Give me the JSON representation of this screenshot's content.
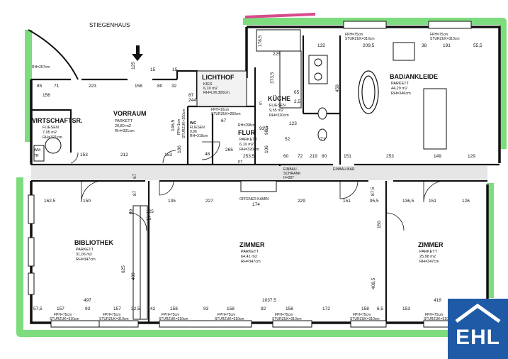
{
  "stairwell": "STIEGENHAUS",
  "rooms": {
    "wirtschaft": {
      "name": "WIRTSCHAFTSR.",
      "floor": "FLIESEN",
      "area": "7,05 m2",
      "height": "RH=321cm"
    },
    "vorraum": {
      "name": "VORRAUM",
      "floor": "PARKETT",
      "area": "20,80 m2",
      "height": "RH=321cm"
    },
    "lichthof": {
      "name": "LICHTHOF",
      "floor": "KIES",
      "area": "6,10 m2",
      "height": "RH=LM.300cm"
    },
    "kueche": {
      "name": "KÜCHE",
      "floor": "FLIESEN",
      "area": "9,55 m2",
      "height": "RH=320cm"
    },
    "flur": {
      "name": "FLUR",
      "floor": "PARKETT",
      "area": "6,10 m2",
      "height": "RH=320cm"
    },
    "bad": {
      "name": "BAD/ANKLEIDE",
      "floor": "PARKETT",
      "area": "44,29 m2",
      "height": "RH=346cm"
    },
    "wc": {
      "name": "WC",
      "floor": "FLIESEN",
      "area": "0,96",
      "height": "RH=319cm"
    },
    "bibliothek": {
      "name": "BIBLIOTHEK",
      "floor": "PARKETT",
      "area": "31,06 m2",
      "height": "RH=347cm"
    },
    "zimmer1": {
      "name": "ZIMMER",
      "floor": "PARKETT",
      "area": "64,41 m2",
      "height": "RH=347cm"
    },
    "zimmer2": {
      "name": "ZIMMER",
      "floor": "PARKETT",
      "area": "25,98 m2",
      "height": "RH=347cm"
    }
  },
  "fixtures": {
    "kamin": "OFFENER KAMIN",
    "einbauschrank": "EINBAU-",
    "einbauschrank2": "SCHRANK",
    "einbauschrank_h": "H=287",
    "einbaubar": "EINBAU-BAR",
    "wm": "WM",
    "tr": "TR",
    "rh_hall": "RH=257cm",
    "fph_side": "FPH=1cm",
    "sturz_side": "STURZUK=250cm",
    "fph_mid": "FPH=16cm",
    "sturz_mid": "STURZUK=283cm",
    "rh_flur": "RH=298cm",
    "pt": "PT"
  },
  "window_labels": {
    "fph": "FPH=75cm",
    "sturz": "STURZUK=310cm",
    "sturz_b": "STURZUK=310cm"
  },
  "dimensions": {
    "top": [
      "132",
      "209,5",
      "38",
      "191",
      "55,5",
      "225",
      "178,5",
      "373,5",
      "5",
      "65",
      "2,5",
      "123",
      "459"
    ],
    "hall": [
      "85",
      "71",
      "223",
      "156",
      "158",
      "80",
      "32",
      "15",
      "125",
      "15",
      "87",
      "244"
    ],
    "mid": [
      "153",
      "212",
      "153",
      "186",
      "48",
      "265",
      "253,5",
      "106",
      "60",
      "72",
      "219",
      "80",
      "151",
      "253",
      "149",
      "129",
      "67",
      "93,5",
      "98,5",
      "146,5",
      "52",
      "71"
    ],
    "corr": [
      "162,5",
      "150",
      "87",
      "135",
      "227",
      "174",
      "229",
      "151",
      "95,5",
      "136,5",
      "151",
      "126",
      "67",
      "87,5",
      "125",
      "99",
      "150",
      "15"
    ],
    "low": [
      "625",
      "409",
      "408,5",
      "1037,5",
      "497",
      "418",
      "57,5",
      "157",
      "93",
      "157",
      "32,5",
      "42",
      "158",
      "93",
      "158",
      "92",
      "158",
      "172",
      "158",
      "6,5",
      "153"
    ]
  },
  "logo": "EHL",
  "colors": {
    "highlight": "#7ddc7d",
    "pink": "#d84a8c",
    "logo_bg": "#1f5aa6"
  }
}
